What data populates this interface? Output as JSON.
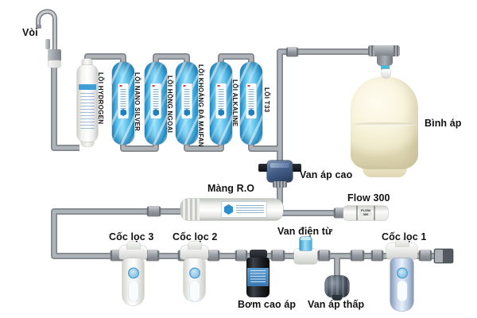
{
  "labels": {
    "faucet": "Vòi",
    "tank": "Bình áp",
    "high_pressure_valve": "Van áp cao",
    "ro_membrane": "Màng R.O",
    "flow_restrictor": "Flow 300",
    "flow_body_text": "FLOW 300",
    "solenoid_valve": "Van điện từ",
    "filter_cup_3": "Cốc lọc 3",
    "filter_cup_2": "Cốc lọc 2",
    "filter_cup_1": "Cốc lọc 1",
    "pump": "Bơm cao áp",
    "low_pressure_valve": "Van áp thấp"
  },
  "cartridges": [
    {
      "label": "LÕI HYDROGEN"
    },
    {
      "label": "LÕI NANO SILVER"
    },
    {
      "label": "LÕI HỒNG NGOẠI"
    },
    {
      "label": "LÕI KHOÁNG ĐÁ MAIFAN"
    },
    {
      "label": "LÕI ALKALINE"
    },
    {
      "label": "LÕI T33"
    }
  ],
  "colors": {
    "background": "#ffffff",
    "pipe_fill": "#aeb3b8",
    "pipe_outline": "#81878d",
    "cartridge_blue": "#4cb4e4",
    "tank_cream": "#f7f2d8",
    "pump_black": "#1a1d21",
    "solenoid_blue": "#67c3e6",
    "valve_navy": "#46608a",
    "label_text": "#121212"
  }
}
